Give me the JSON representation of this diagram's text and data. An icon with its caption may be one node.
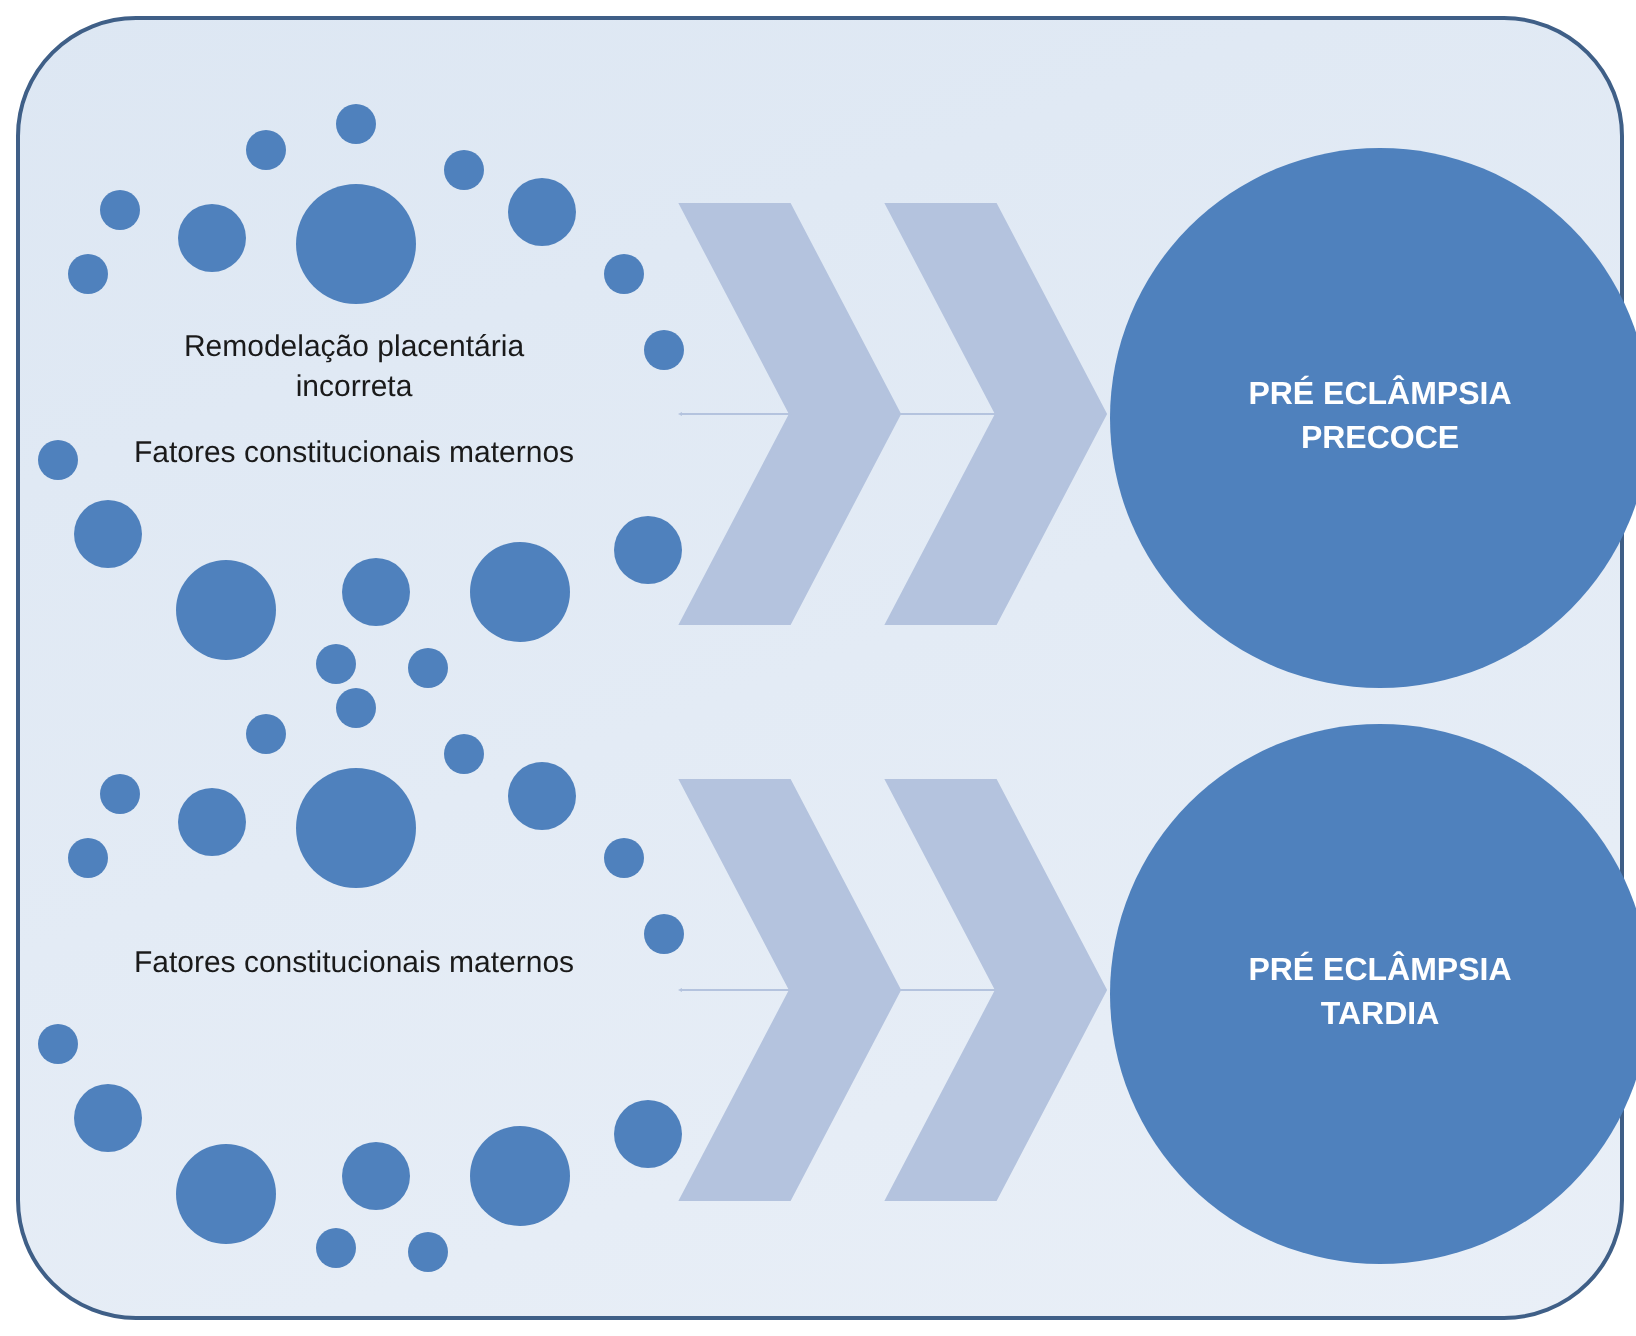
{
  "diagram": {
    "nodes": [
      {
        "text": [],
        "shape": "box"
      },
      {
        "text": [
          "Remodelação placentária incorreta",
          "Fatores constitucionais maternos"
        ],
        "in": 0
      },
      {
        "text": [
          "PRÉ ECLÂMPSIA PRECOCE"
        ],
        "in": 0
      },
      {
        "text": [
          "Fatores constitucionais maternos"
        ],
        "in": 0
      },
      {
        "text": [
          "PRÉ ECLÂMPSIA TARDIA"
        ],
        "in": 0
      }
    ],
    "edges": [
      {
        "from": 1,
        "to": 2,
        "arrow": "to"
      },
      {
        "from": 3,
        "to": 4,
        "arrow": "to"
      }
    ]
  }
}
